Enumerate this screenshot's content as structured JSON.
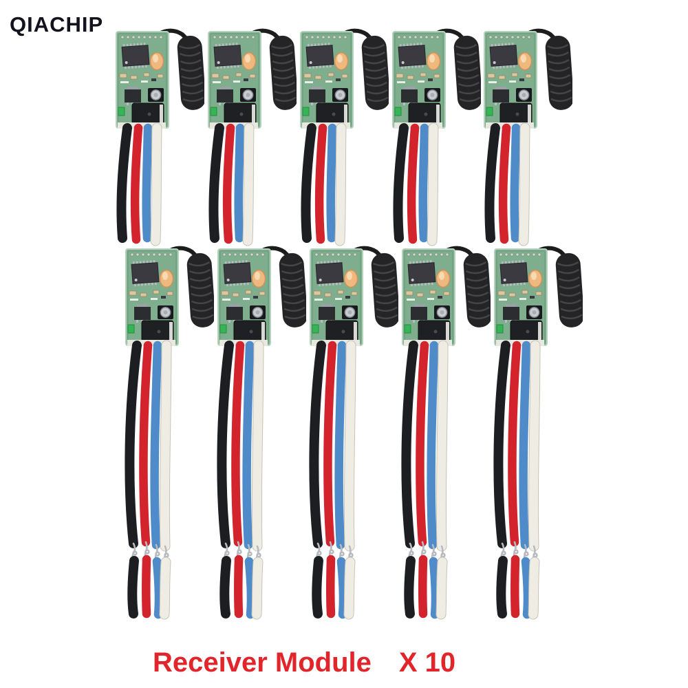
{
  "brand": {
    "name": "QIACHIP",
    "text_color": "#13131f"
  },
  "caption": {
    "label": "Receiver Module",
    "quantity": "X 10",
    "text_color": "#e2252b"
  },
  "product": {
    "name": "Receiver Module",
    "total_count": 10,
    "rows": [
      {
        "position": "top",
        "module_count": 5,
        "wire_style": "short"
      },
      {
        "position": "bottom",
        "module_count": 5,
        "wire_style": "long-with-stripped-ends"
      }
    ],
    "module_parts": [
      "green-pcb",
      "soic-chip",
      "resonator",
      "push-button",
      "voltage-regulator",
      "capacitor-block",
      "led",
      "coil-antenna",
      "wire-pigtail"
    ],
    "colors": {
      "pcb_green": "#7fae8e",
      "pcb_pads": "#b5d2bc",
      "antenna_black": "#242426",
      "wire_black": "#1d1e22",
      "wire_red": "#d3242e",
      "wire_blue": "#4e8bc8",
      "wire_white": "#efede3",
      "bare_wire_silver": "#b7babf"
    }
  }
}
